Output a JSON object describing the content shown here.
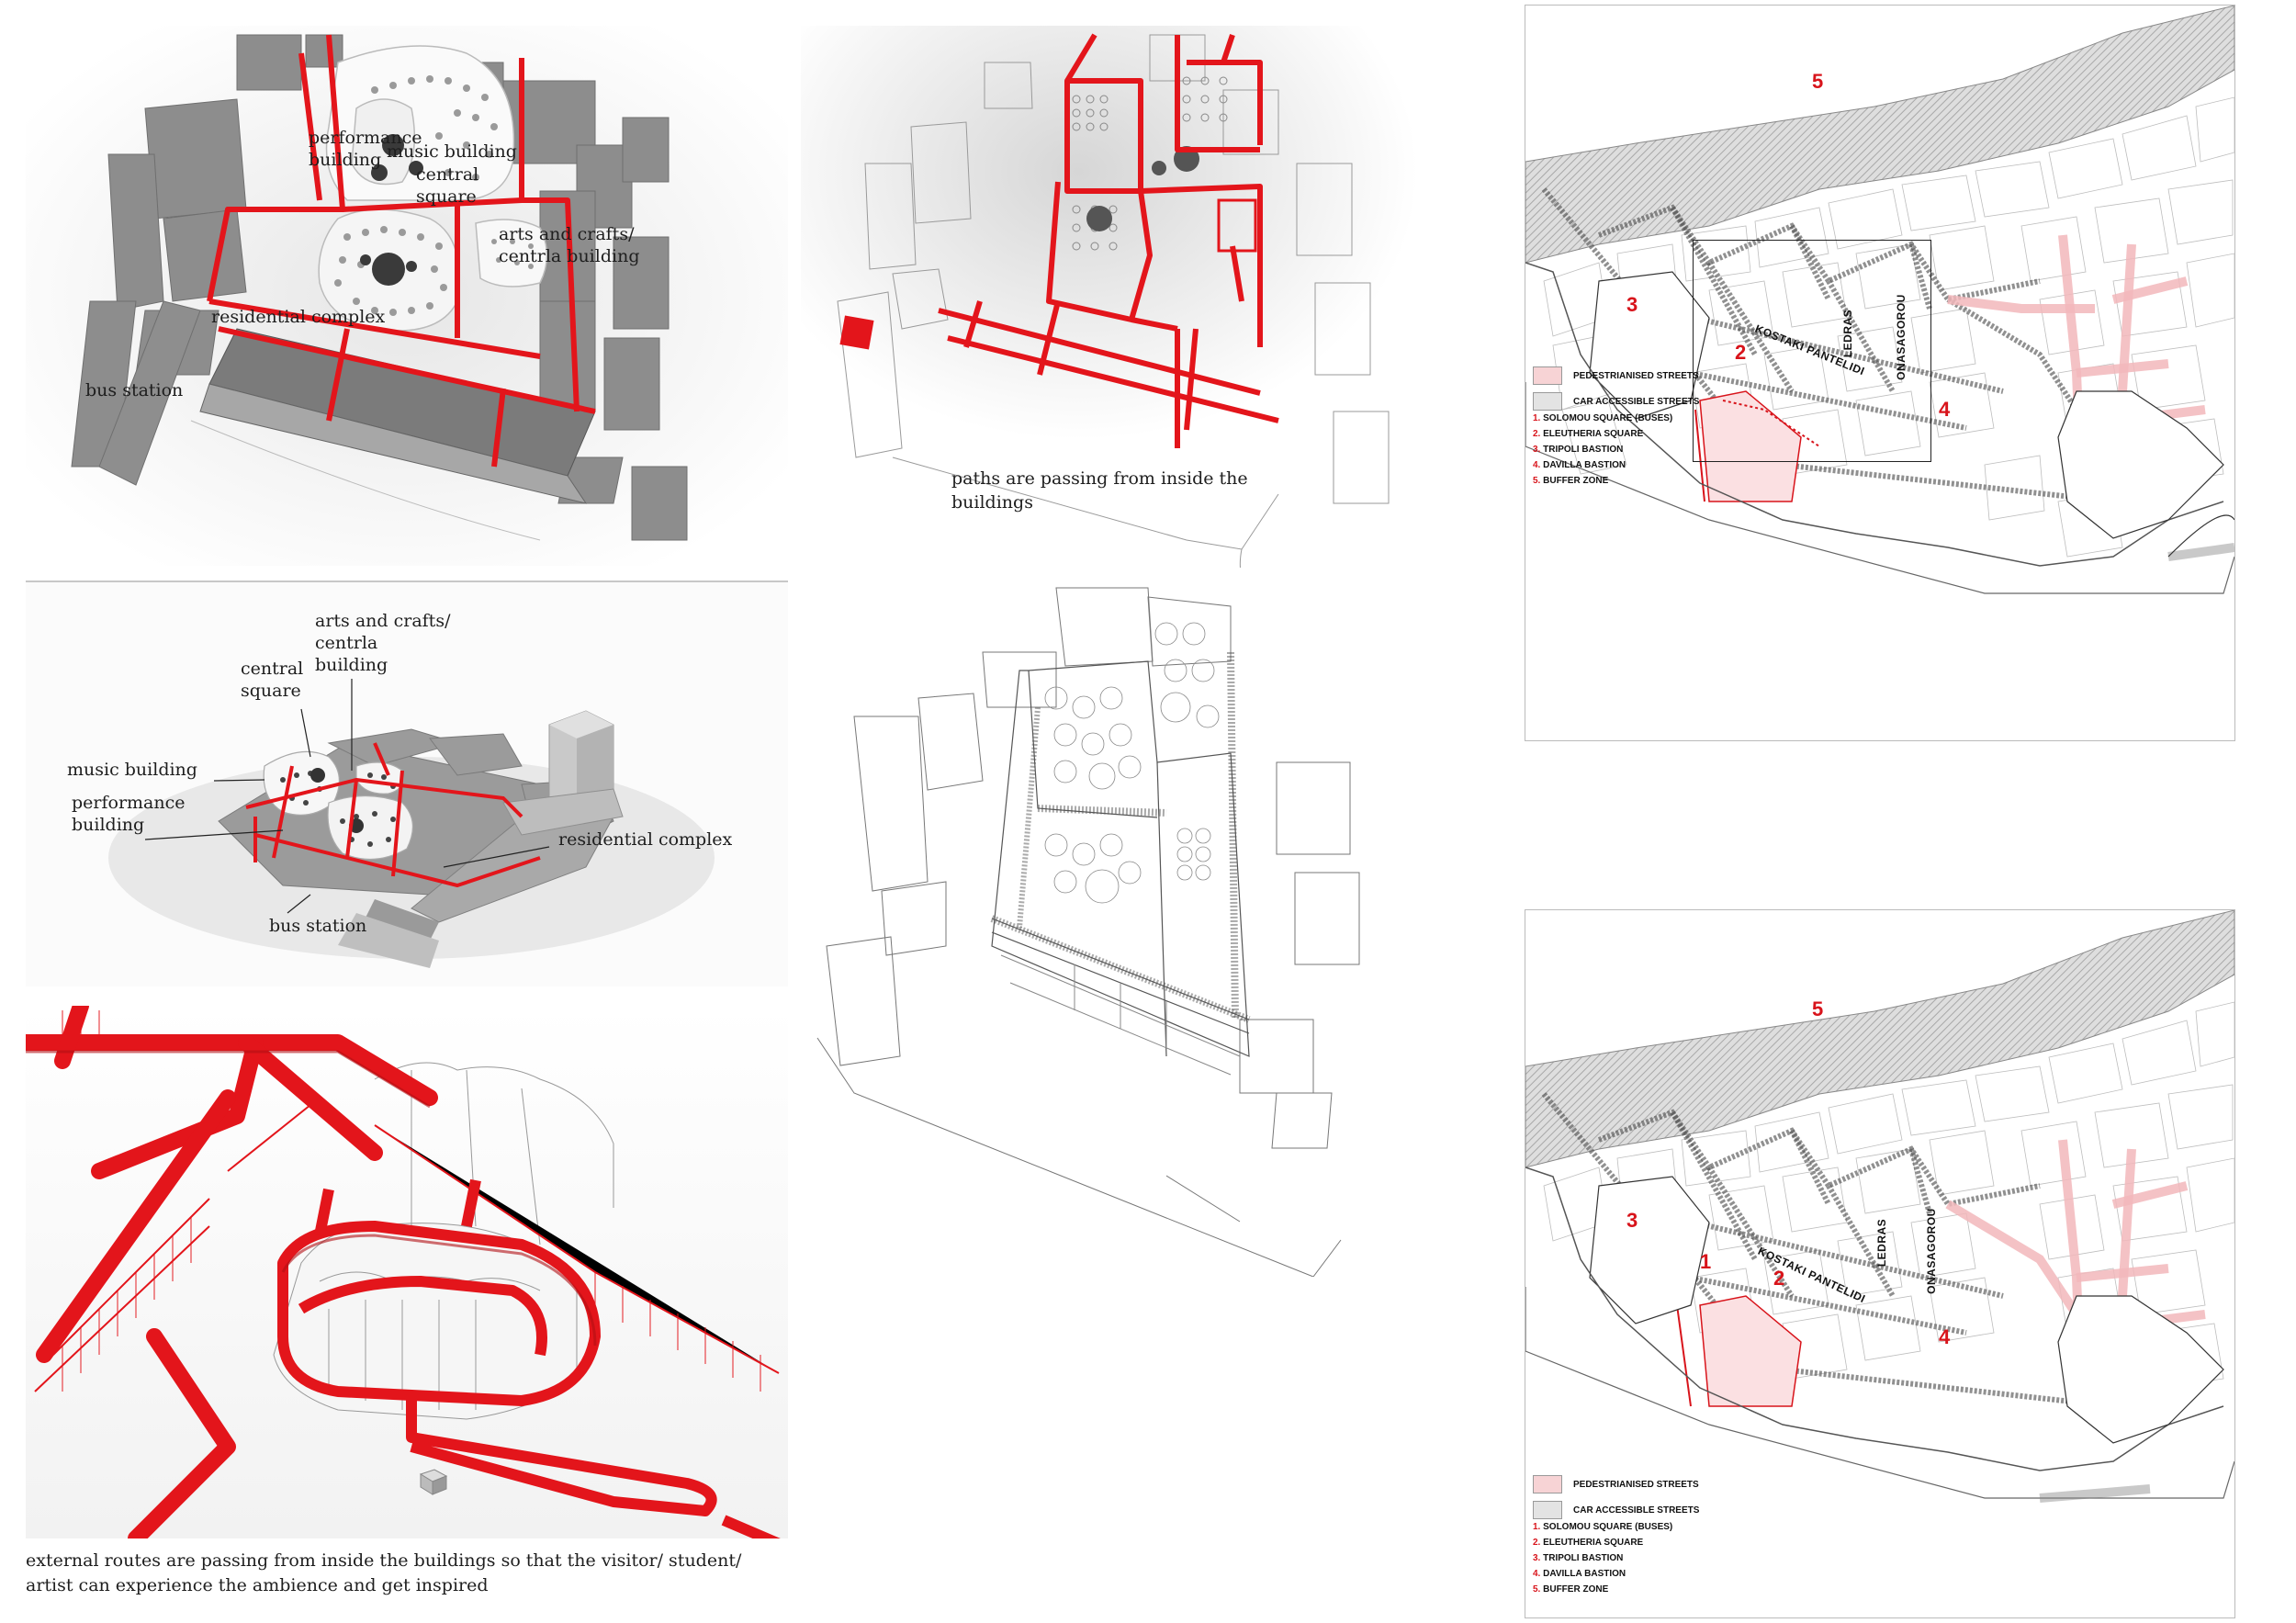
{
  "panel_top_left": {
    "labels": {
      "performance": "performance building",
      "music": "music building",
      "central": "central square",
      "arts": "arts and crafts/ centrla building",
      "residential": "residential complex",
      "bus": "bus station"
    }
  },
  "panel_top_middle": {
    "caption": "paths are passing from inside the buildings"
  },
  "panel_mid_left": {
    "labels": {
      "arts": "arts and crafts/ centrla building",
      "central": "central square",
      "music": "music building",
      "performance": "performance building",
      "residential": "residential complex",
      "bus": "bus station"
    }
  },
  "panel_bottom_left": {
    "caption": "external routes are passing from inside the buildings so that the visitor/ student/ artist can experience the ambience and get inspired"
  },
  "maps": {
    "zone_numbers": [
      "1",
      "2",
      "3",
      "4",
      "5"
    ],
    "streets": {
      "kostaki": "KOSTAKI PANTELIDI",
      "ledras": "LEDRAS",
      "onasagorou": "ONASAGOROU"
    },
    "legend": {
      "pedestrian": "PEDESTRIANISED STREETS",
      "car": "CAR ACCESSIBLE STREETS",
      "items": [
        {
          "n": "1.",
          "text": "SOLOMOU SQUARE (BUSES)"
        },
        {
          "n": "2.",
          "text": "ELEUTHERIA SQUARE"
        },
        {
          "n": "3.",
          "text": "TRIPOLI BASTION"
        },
        {
          "n": "4.",
          "text": "DAVILLA BASTION"
        },
        {
          "n": "5.",
          "text": "BUFFER ZONE"
        }
      ]
    },
    "colors": {
      "pedestrian": "#f7d3d5",
      "car": "#e3e3e3",
      "route": "#e3151b",
      "buffer": "#d9d9d9"
    }
  }
}
